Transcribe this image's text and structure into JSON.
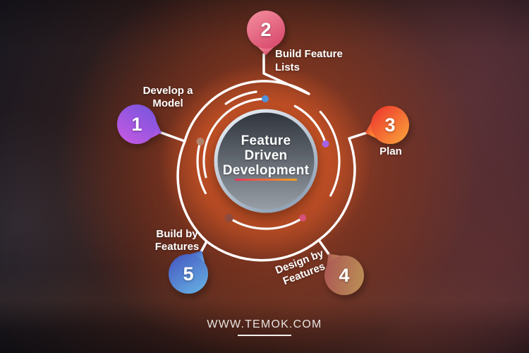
{
  "center": {
    "line1": "Feature",
    "line2": "Driven",
    "line3": "Development",
    "underline_color_left": "#e8375c",
    "underline_color_right": "#f6a21d",
    "disc_top_color": "#2e333b",
    "disc_bottom_color": "#9aa0a8",
    "ring_color_light": "#eef3f8",
    "ring_color_dark": "#93a5b8"
  },
  "steps": [
    {
      "number": "1",
      "label_line1": "Develop a",
      "label_line2": "Model",
      "color_start": "#7b55de",
      "color_end": "#c95ae2"
    },
    {
      "number": "2",
      "label_line1": "Build Feature",
      "label_line2": "Lists",
      "color_start": "#f28a9b",
      "color_end": "#d8496c"
    },
    {
      "number": "3",
      "label_line1": "Plan",
      "label_line2": "",
      "color_start": "#ee3c2d",
      "color_end": "#f99c3a"
    },
    {
      "number": "4",
      "label_line1": "Design by",
      "label_line2": "Features",
      "color_start": "#ad5a54",
      "color_end": "#ba8d55"
    },
    {
      "number": "5",
      "label_line1": "Build by",
      "label_line2": "Features",
      "color_start": "#4659c2",
      "color_end": "#66b0e2"
    }
  ],
  "dots": {
    "blue": "#5191d8",
    "purple": "#a562e8",
    "pink": "#d6507a",
    "brown_red": "#8f4c3e",
    "tan": "#b2836b"
  },
  "line_color": "#ffffff",
  "footer": {
    "website": "WWW.TEMOK.COM"
  }
}
